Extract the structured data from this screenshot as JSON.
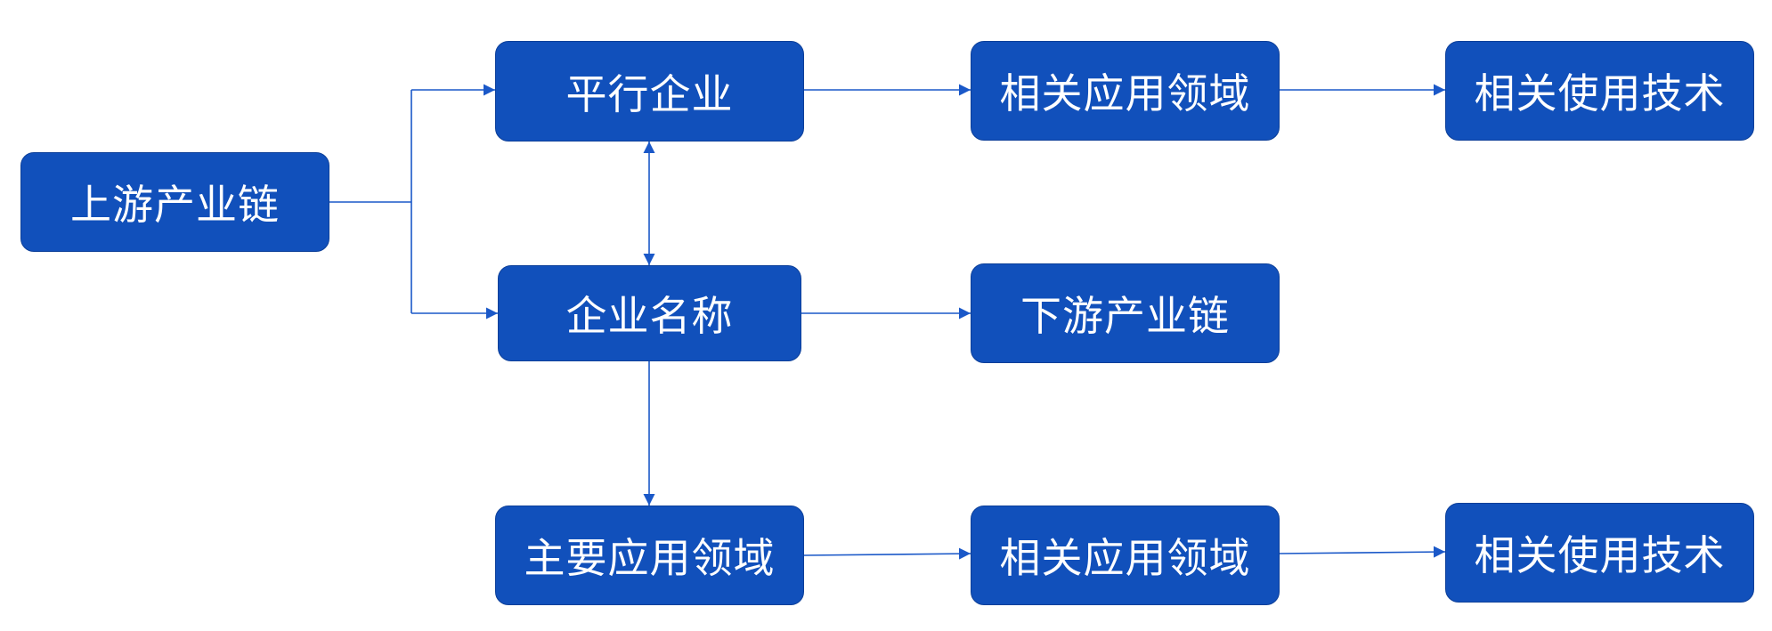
{
  "nodes": {
    "upstream": "上游产业链",
    "parallel": "平行企业",
    "parallel_field": "相关应用领域",
    "parallel_tech": "相关使用技术",
    "company": "企业名称",
    "downstream": "下游产业链",
    "main_field": "主要应用领域",
    "related_field": "相关应用领域",
    "related_tech": "相关使用技术"
  },
  "colors": {
    "box_fill": "#1150bb",
    "box_border": "#0c3f99",
    "box_text": "#ffffff",
    "connector": "#1a58c8"
  }
}
